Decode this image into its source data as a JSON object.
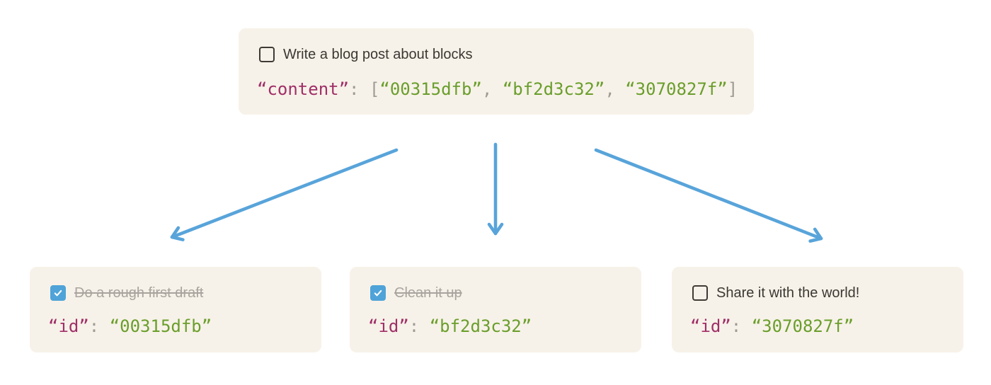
{
  "diagram": {
    "parent_block": {
      "task": {
        "checked": false,
        "label": "Write a blog post about blocks"
      },
      "code": {
        "key": "“content”",
        "colon": ": ",
        "bracket_open": "[",
        "ids": [
          "“00315dfb”",
          "“bf2d3c32”",
          "“3070827f”"
        ],
        "separator": ", ",
        "bracket_close": "]"
      }
    },
    "child_blocks": [
      {
        "task": {
          "checked": true,
          "label": "Do a rough first draft"
        },
        "code": {
          "key": "“id”",
          "colon": ": ",
          "value": "“00315dfb”"
        }
      },
      {
        "task": {
          "checked": true,
          "label": "Clean it up"
        },
        "code": {
          "key": "“id”",
          "colon": ": ",
          "value": "“bf2d3c32”"
        }
      },
      {
        "task": {
          "checked": false,
          "label": "Share it with the world!"
        },
        "code": {
          "key": "“id”",
          "colon": ": ",
          "value": "“3070827f”"
        }
      }
    ],
    "arrows": [
      {
        "from": "parent-block",
        "to": "child-block-1"
      },
      {
        "from": "parent-block",
        "to": "child-block-2"
      },
      {
        "from": "parent-block",
        "to": "child-block-3"
      }
    ],
    "colors": {
      "card_background": "#f7f2e9",
      "text_dark": "#3b3833",
      "text_muted_done": "#a8a49e",
      "code_key": "#a02f68",
      "code_string": "#6a9e2b",
      "code_punctuation": "#9e9b95",
      "arrow_blue": "#58a4da",
      "checkbox_checked_blue": "#4fa3d8"
    }
  }
}
